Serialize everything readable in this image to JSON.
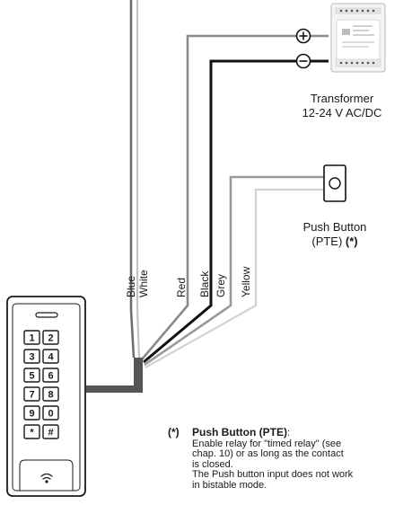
{
  "transformer": {
    "label_line1": "Transformer",
    "label_line2": "12-24 V AC/DC",
    "plus_symbol": "+",
    "minus_symbol": "−"
  },
  "push_button": {
    "label_line1": "Push Button",
    "label_line2_text": "(PTE) ",
    "label_line2_mark": "(*)"
  },
  "wires": [
    {
      "name": "blue",
      "label": "Blue",
      "color": "#6e6e6e"
    },
    {
      "name": "white",
      "label": "White",
      "color": "#c4c4c4"
    },
    {
      "name": "red",
      "label": "Red",
      "color": "#8a8a8a"
    },
    {
      "name": "black",
      "label": "Black",
      "color": "#111111"
    },
    {
      "name": "grey",
      "label": "Grey",
      "color": "#9a9a9a"
    },
    {
      "name": "yellow",
      "label": "Yellow",
      "color": "#d2d2d2"
    }
  ],
  "keypad": {
    "keys": [
      "1",
      "2",
      "3",
      "4",
      "5",
      "6",
      "7",
      "8",
      "9",
      "0",
      "*",
      "#"
    ],
    "icon": "contactless-icon"
  },
  "note": {
    "mark": "(*)",
    "title": "Push Button (PTE)",
    "title_suffix": ":",
    "lines": [
      "Enable relay for \"timed relay\" (see",
      "chap. 10) or as long as the contact",
      "is closed.",
      "The Push button input does not work",
      "in bistable mode."
    ]
  }
}
